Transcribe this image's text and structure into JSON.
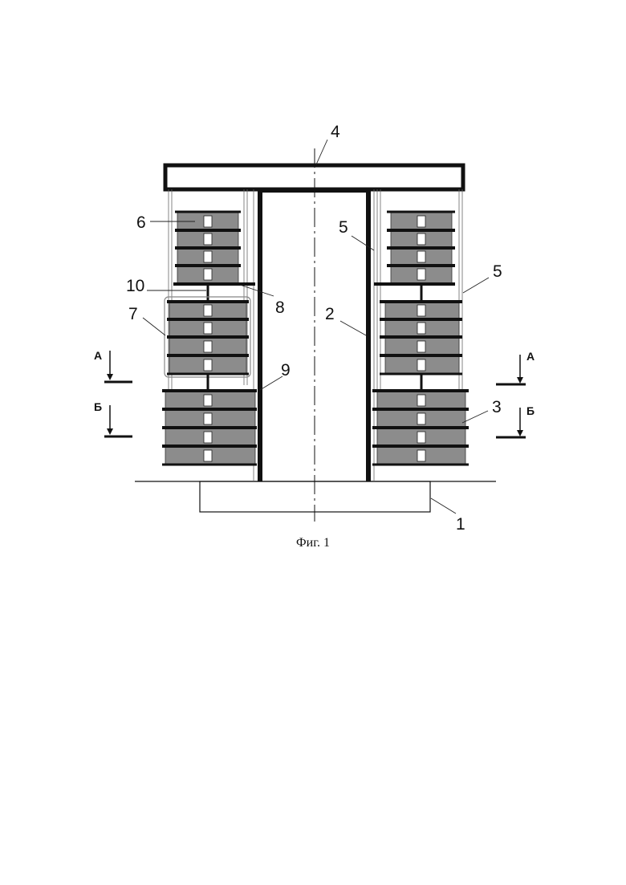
{
  "figure": {
    "caption": "Фиг. 1",
    "labels": [
      {
        "id": "1",
        "text": "1"
      },
      {
        "id": "2",
        "text": "2"
      },
      {
        "id": "3",
        "text": "3"
      },
      {
        "id": "4",
        "text": "4"
      },
      {
        "id": "5a",
        "text": "5"
      },
      {
        "id": "5b",
        "text": "5"
      },
      {
        "id": "6",
        "text": "6"
      },
      {
        "id": "7",
        "text": "7"
      },
      {
        "id": "8",
        "text": "8"
      },
      {
        "id": "9",
        "text": "9"
      },
      {
        "id": "10",
        "text": "10"
      }
    ],
    "section_marks": [
      {
        "id": "A-left",
        "text": "А"
      },
      {
        "id": "B-left",
        "text": "Б"
      },
      {
        "id": "A-right",
        "text": "А"
      },
      {
        "id": "B-right",
        "text": "Б"
      }
    ]
  },
  "colors": {
    "ink": "#111111",
    "winding_fill": "#8c8c8c",
    "window_fill": "#ffffff"
  }
}
